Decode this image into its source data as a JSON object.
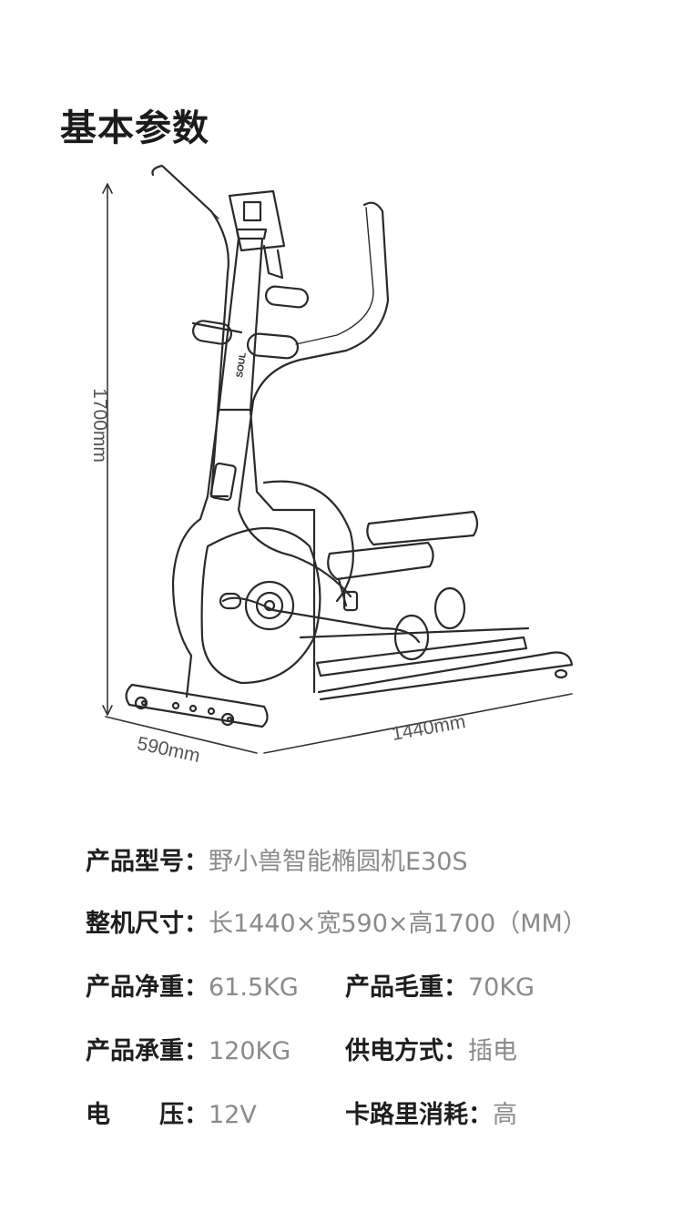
{
  "title": "基本参数",
  "dimensions": {
    "height": "1700mm",
    "width": "590mm",
    "length": "1440mm"
  },
  "specs": {
    "model": {
      "label": "产品型号：",
      "value": "野小兽智能椭圆机E30S"
    },
    "size": {
      "label": "整机尺寸：",
      "value": "长1440×宽590×高1700（MM）"
    },
    "net_weight": {
      "label": "产品净重：",
      "value": "61.5KG"
    },
    "gross_weight": {
      "label": "产品毛重：",
      "value": "70KG"
    },
    "load": {
      "label": "产品承重：",
      "value": "120KG"
    },
    "power": {
      "label": "供电方式：",
      "value": "插电"
    },
    "voltage": {
      "label": "电　　压：",
      "value": "12V"
    },
    "calorie": {
      "label": "卡路里消耗：",
      "value": "高"
    }
  },
  "brand_mark": "SOUL"
}
